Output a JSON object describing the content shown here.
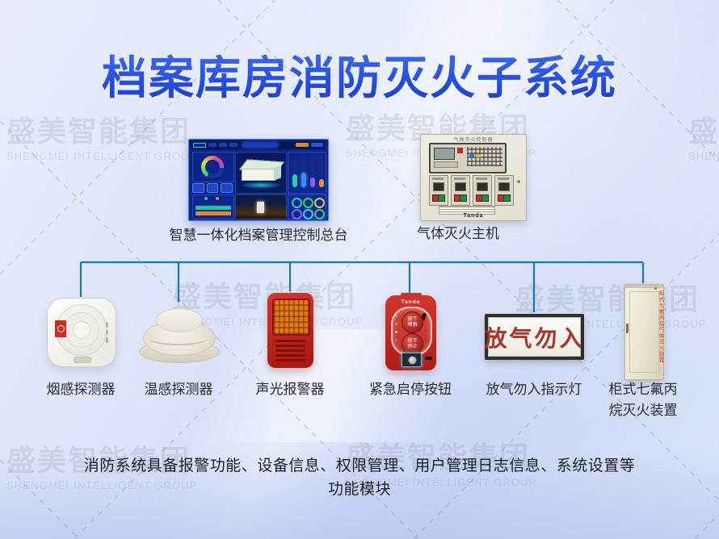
{
  "title": "档案库房消防灭火子系统",
  "watermark": {
    "zh": "盛美智能集团",
    "en": "SHENGMEI INTELLIGENT GROUP"
  },
  "console": {
    "caption": "智慧一体化档案管理控制总台"
  },
  "host": {
    "caption": "气体灭火主机",
    "panel_title": "气体灭火控制器",
    "brand": "Tanda"
  },
  "devices": {
    "smoke": {
      "caption": "烟感探测器"
    },
    "heat": {
      "caption": "温感探测器"
    },
    "alarm": {
      "caption": "声光报警器"
    },
    "estop": {
      "caption": "紧急启停按钮",
      "brand": "Tanda",
      "button_top": "按下喷洒",
      "button_bottom": "按下停止"
    },
    "sign": {
      "caption": "放气勿入指示灯",
      "text": "放气勿入"
    },
    "cabinet": {
      "caption": "柜式七氟丙烷灭火装置",
      "door_label": "柜式七氟丙烷气体灭火装置"
    }
  },
  "footer": {
    "line1": "消防系统具备报警功能、设备信息、权限管理、用户管理日志信息、系统设置等",
    "line2": "功能模块"
  },
  "colors": {
    "title_blue": "#2b52e2",
    "connector": "#1879ab",
    "alarm_red": "#c6231f",
    "sign_red": "#a8352a"
  }
}
